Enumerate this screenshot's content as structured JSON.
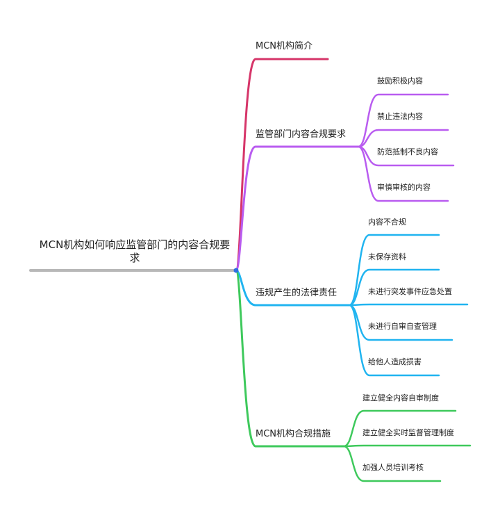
{
  "root": {
    "title": "MCN机构如何响应监管部门的内容合规要求",
    "color": "#b8b8b8"
  },
  "branches": [
    {
      "id": "b1",
      "label": "MCN机构简介",
      "color": "#d63569",
      "children": []
    },
    {
      "id": "b2",
      "label": "监管部门内容合规要求",
      "color": "#b95cf0",
      "children": [
        "鼓励积极内容",
        "禁止违法内容",
        "防范抵制不良内容",
        "审慎审核的内容"
      ]
    },
    {
      "id": "b3",
      "label": "违规产生的法律责任",
      "color": "#20b4f0",
      "children": [
        "内容不合规",
        "未保存资料",
        "未进行突发事件应急处置",
        "未进行自审自查管理",
        "给他人造成损害"
      ]
    },
    {
      "id": "b4",
      "label": "MCN机构合规措施",
      "color": "#3ec95c",
      "children": [
        "建立健全内容自审制度",
        "建立健全实时监督管理制度",
        "加强人员培训考核"
      ]
    }
  ],
  "center_dot_color": "#2f6fe0"
}
